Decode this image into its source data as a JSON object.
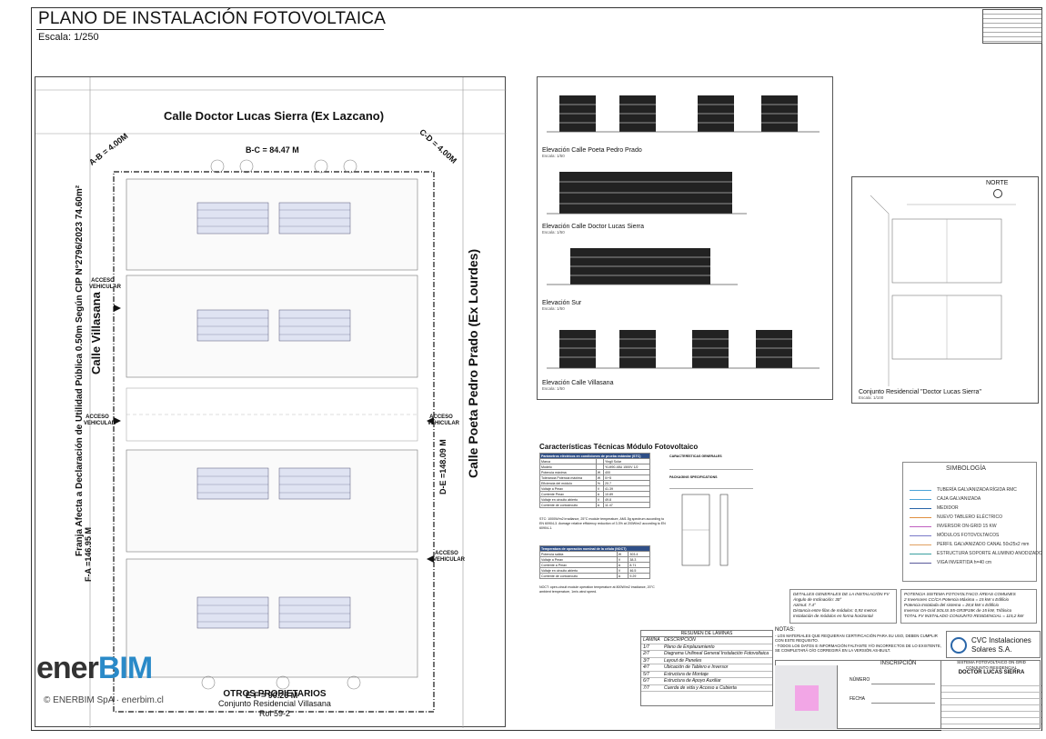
{
  "header": {
    "title": "PLANO DE INSTALACIÓN FOTOVOLTAICA",
    "scale": "Escala: 1/250"
  },
  "plan": {
    "street_top": "Calle Doctor Lucas Sierra (Ex Lazcano)",
    "street_left": "Calle Villasana",
    "street_right": "Calle Poeta Pedro Prado (Ex Lourdes)",
    "strip_note": "Franja Afecta a Declaración de Utilidad Pública 0.50m Según CIP N°2796/2023 74.60m²",
    "dim_ab": "A-B = 4.00M",
    "dim_bc": "B-C = 84.47 M",
    "dim_cd": "C-D = 4.00M",
    "dim_de": "D-E =148.09 M",
    "dim_ef": "E-F = 90.26 M",
    "dim_fa": "F-A =146.95 M",
    "acceso": "ACCESO VEHICULAR",
    "bottom_owner": "OTROS PROPIETARIOS",
    "bottom_conjunto": "Conjunto Residencial Villasana",
    "bottom_rol": "Rol 59-2"
  },
  "brand": {
    "logo_en": "ener",
    "logo_bim": "BIM",
    "copyright": "© ENERBIM SpA · enerbim.cl",
    "accent": "#2a8ac8"
  },
  "elevations": {
    "e1": "Elevación Calle Poeta Pedro Prado",
    "e2": "Elevación Calle Doctor Lucas Sierra",
    "e3": "Elevación Sur",
    "e4": "Elevación Calle Villasana",
    "scale_small": "Escala: 1/50"
  },
  "site": {
    "north": "NORTE",
    "caption": "Conjunto Residencial \"Doctor Lucas Sierra\"",
    "scale": "Escala: 1/100"
  },
  "specs": {
    "title": "Características Técnicas Módulo Fotovoltaico",
    "stc_header": "Parámetros eléctricos en condiciones de prueba estándar (STC)",
    "rows": [
      [
        "Marca",
        "",
        "Yingli Solar"
      ],
      [
        "Modelo",
        "",
        "YLM90-48U 1500V 1/2"
      ],
      [
        "Potencia máxima",
        "W",
        "400"
      ],
      [
        "Tolerancia Potencia máxima",
        "W",
        "0/+5"
      ],
      [
        "Eficiencia del módulo",
        "%",
        "20.7"
      ],
      [
        "Voltaje a Pmax",
        "V",
        "41.39"
      ],
      [
        "Corriente Pmax",
        "A",
        "10.89"
      ],
      [
        "Voltaje en circuito abierto",
        "V",
        "49.8"
      ],
      [
        "Corriente de cortocircuito",
        "A",
        "11.47"
      ]
    ],
    "stc_note": "STC: 1000W/m2 irradiance, 25°C module temperature, AM1.5g spectrum according to EN 60904-3. Average relative efficiency reduction of 3.3% at 200W/m2 according to EN 60904-1.",
    "noct_header": "Temperatura de operación nominal de la célula (NOCT)",
    "noct_rows": [
      [
        "Potencia salida",
        "W",
        "303.4"
      ],
      [
        "Voltaje a Pmax",
        "V",
        "38.3"
      ],
      [
        "Corriente a Pmax",
        "A",
        "8.71"
      ],
      [
        "Voltaje en circuito abierto",
        "V",
        "46.5"
      ],
      [
        "Corriente de cortocircuito",
        "A",
        "9.29"
      ]
    ],
    "noct_note": "NOCT: open-circuit module operation temperature at 800W/m2 irradiance, 20°C ambient temperature, 1m/s wind speed.",
    "general": "CARACTERÍSTICAS GENERALES",
    "packaging": "PACKAGING SPECIFICATIONS"
  },
  "legend": {
    "title": "SIMBOLOGÍA",
    "items": [
      "TUBERÍA GALVANIZADA RÍGIDA RMC",
      "CAJA GALVANIZADA",
      "MEDIDOR",
      "NUEVO TABLERO ELÉCTRICO",
      "INVERSOR ON-GRID 15 KW",
      "MÓDULOS FOTOVOLTAICOS",
      "PERFIL GALVANIZADO CANAL 50x25x2 mm",
      "ESTRUCTURA SOPORTE ALUMINIO ANODIZADO",
      "VIGA INVERTIDA h=40 cm"
    ]
  },
  "details": {
    "left": [
      "DETALLES GENERALES DE LA INSTALACIÓN FV",
      "Ángulo de Inclinación: 30°",
      "Azimut: 7.4°",
      "Distancia entre filas de módulos: 0,93 metros",
      "Instalación de módulos en forma horizontal"
    ],
    "right": [
      "POTENCIA SISTEMA FOTOVOLTAICO ÁREAS COMUNES",
      "2 Inversores CC/CA Potencia Máxima = 15 kW x Edificio",
      "Potencia Instalada del sistema = 28,8 kW x Edificio",
      "Inversor On-Grid SOLIS S5-GR3P15K de 15 kW, Trifásico",
      "TOTAL FV INSTALADO CONJUNTO RESIDENCIAL = 115,2 kW"
    ]
  },
  "laminas": {
    "title": "RESUMEN DE LÁMINAS",
    "col_lamina": "LÁMINA",
    "col_desc": "DESCRIPCIÓN",
    "rows": [
      [
        "1/7",
        "Plano de Emplazamiento"
      ],
      [
        "2/7",
        "Diagrama Unilineal General Instalación Fotovoltaica"
      ],
      [
        "3/7",
        "Layout de Paneles"
      ],
      [
        "4/7",
        "Ubicación de Tablero e Inversor"
      ],
      [
        "5/7",
        "Estructura de Montaje"
      ],
      [
        "6/7",
        "Estructura de Apoyo Auxiliar"
      ],
      [
        "7/7",
        "Cuerda de vida y Acceso a Cubierta"
      ]
    ]
  },
  "notas": {
    "title": "NOTAS:",
    "lines": [
      "- LOS MATERIALES QUE REQUIERAN CERTIFICACIÓN PARA SU USO, DEBEN CUMPLIR CON ESTE REQUISITO.",
      "- TODOS LOS DATOS E INFORMACIÓN FALTANTE Y/O INCORRECTOS DE LO EXISTENTE, SE COMPLETARÁ O/O CORREGIRÁ EN LA VERSIÓN AS-BUILT."
    ]
  },
  "company": {
    "name1": "CVC Instalaciones",
    "name2": "Solares S.A.",
    "color": "#2a66a8"
  },
  "stamp": {
    "inscripcion": "INSCRIPCIÓN",
    "numero": "NÚMERO",
    "fecha": "FECHA",
    "proj_line1": "SISTEMA FOTOVOLTAICO ON GRID",
    "proj_line2": "CONJUNTO RESIDENCIAL",
    "proj_name": "DOCTOR LUCAS SIERRA"
  }
}
